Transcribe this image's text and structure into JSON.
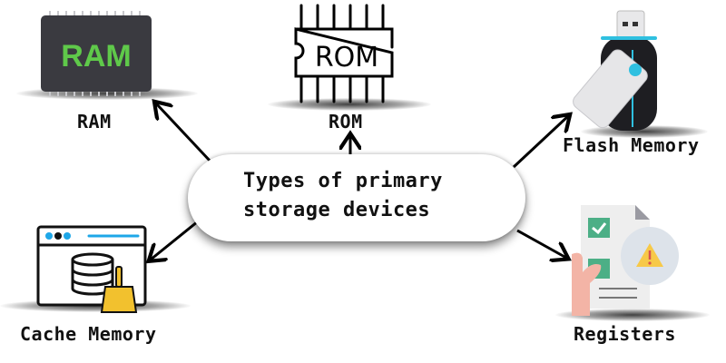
{
  "title": "Types of primary storage devices",
  "title_lines": [
    "Types of primary",
    "storage devices"
  ],
  "nodes": [
    {
      "id": "ram",
      "label": "RAM",
      "icon": "ram-chip-icon",
      "chip_text": "RAM"
    },
    {
      "id": "rom",
      "label": "ROM",
      "icon": "rom-chip-icon",
      "chip_text": "ROM"
    },
    {
      "id": "flash",
      "label": "Flash Memory",
      "icon": "usb-flash-drive-icon"
    },
    {
      "id": "cache",
      "label": "Cache Memory",
      "icon": "browser-database-broom-icon"
    },
    {
      "id": "registers",
      "label": "Registers",
      "icon": "checklist-warning-icon"
    }
  ],
  "colors": {
    "ram_chip": "#3a3a40",
    "ram_text": "#5fc94a",
    "usb_accent": "#2fc0e0",
    "cache_accent": "#1ea7e8",
    "broom": "#f2c12e",
    "check_green": "#4caf86",
    "warning": "#f7c948",
    "hand": "#f3b4a6"
  }
}
